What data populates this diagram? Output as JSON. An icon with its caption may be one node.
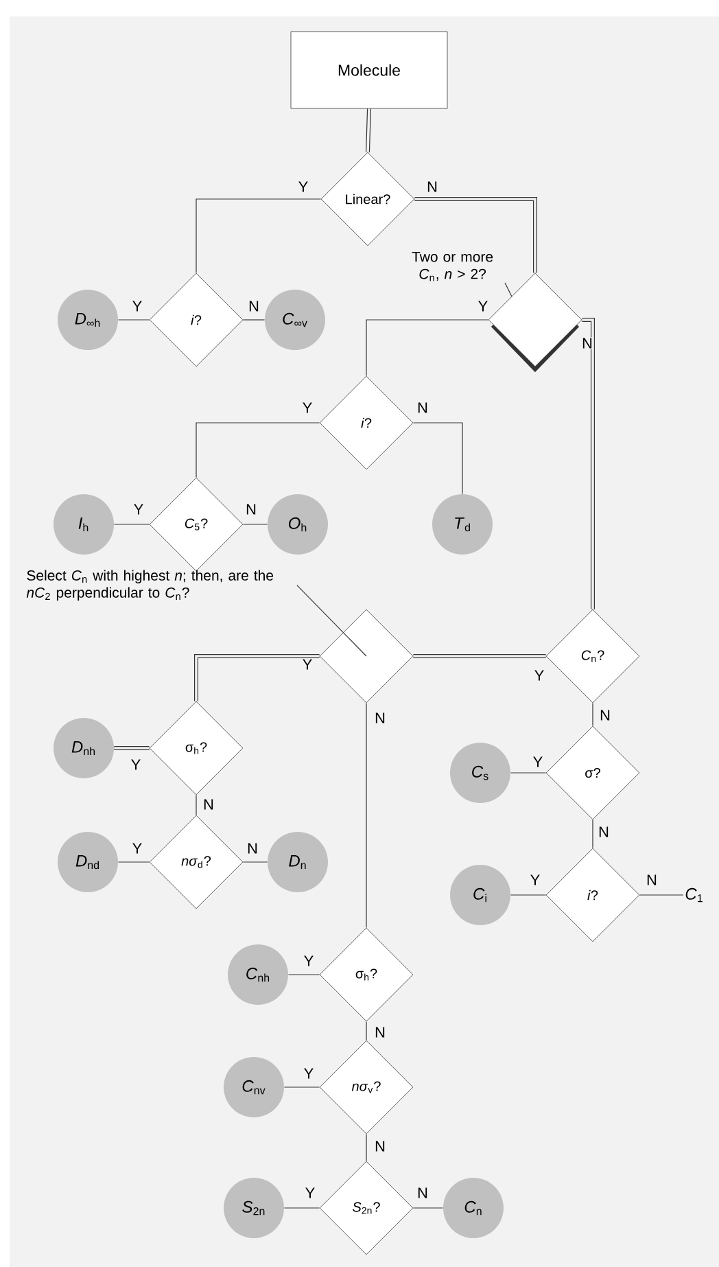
{
  "diagram": {
    "nodes": [
      {
        "text": [
          "Molecule"
        ]
      },
      {
        "text": [
          "Linear?"
        ]
      },
      {
        "text": [
          "*i*?"
        ]
      },
      {
        "text": [
          "*D*$_{∞h}$"
        ]
      },
      {
        "text": [
          "*C*$_{∞v}$"
        ]
      },
      {
        "text": [],
        "shape": "diamond"
      },
      {
        "text": [
          "*i*?"
        ]
      },
      {
        "text": [
          "*C*$_{5}$?"
        ]
      },
      {
        "text": [
          "*I*$_{h}$"
        ]
      },
      {
        "text": [
          "*O*$_{h}$"
        ]
      },
      {
        "text": [
          "*T*$_{d}$"
        ]
      },
      {
        "text": [],
        "shape": "diamond"
      },
      {
        "text": [
          "*C*$_{n}$?"
        ]
      },
      {
        "text": [
          "σ$_{h}$?"
        ]
      },
      {
        "text": [
          "*D*$_{nh}$"
        ]
      },
      {
        "text": [
          "*nσ*$_{d}$?"
        ]
      },
      {
        "text": [
          "*D*$_{nd}$"
        ]
      },
      {
        "text": [
          "*D*$_{n}$"
        ]
      },
      {
        "text": [
          "σ?"
        ]
      },
      {
        "text": [
          "*C*$_{s}$"
        ]
      },
      {
        "text": [
          "*i*?"
        ]
      },
      {
        "text": [
          "*C*$_{i}$"
        ]
      },
      {
        "text": [
          "*C*$_{1}$"
        ]
      },
      {
        "text": [
          "σ$_{h}$?"
        ]
      },
      {
        "text": [
          "*C*$_{nh}$"
        ]
      },
      {
        "text": [
          "*nσ*$_{v}$?"
        ]
      },
      {
        "text": [
          "*C*$_{nv}$"
        ]
      },
      {
        "text": [
          "*S*$_{2n}$?"
        ]
      },
      {
        "text": [
          "*S*$_{2n}$"
        ]
      },
      {
        "text": [
          "*C*$_{n}$"
        ]
      },
      {
        "text": [
          "Two or more *C*$_{n}$, *n* > 2?"
        ]
      },
      {
        "text": [
          "Select *C*$_{n}$ with highest *n*; then, are the *nC*$_{2}$ perpendicular to *C*$_{n}$?"
        ]
      }
    ],
    "edges": [
      {
        "from": 0,
        "to": 1,
        "arrow": "none",
        "style": "thick"
      },
      {
        "from": 1,
        "to": 2,
        "arrow": "none",
        "label": "Y"
      },
      {
        "from": 1,
        "to": 5,
        "arrow": "none",
        "label": "N",
        "style": "thick"
      },
      {
        "from": 2,
        "to": 3,
        "arrow": "none",
        "label": "Y"
      },
      {
        "from": 2,
        "to": 4,
        "arrow": "none",
        "label": "N"
      },
      {
        "from": 5,
        "to": 6,
        "arrow": "none",
        "label": "Y"
      },
      {
        "from": 5,
        "to": 12,
        "arrow": "none",
        "label": "N",
        "style": "thick"
      },
      {
        "from": 6,
        "to": 7,
        "arrow": "none",
        "label": "Y"
      },
      {
        "from": 6,
        "to": 10,
        "arrow": "none",
        "label": "N"
      },
      {
        "from": 7,
        "to": 8,
        "arrow": "none",
        "label": "Y"
      },
      {
        "from": 7,
        "to": 9,
        "arrow": "none",
        "label": "N"
      },
      {
        "from": 12,
        "to": 11,
        "arrow": "none",
        "label": "Y",
        "style": "thick"
      },
      {
        "from": 12,
        "to": 18,
        "arrow": "none",
        "label": "N"
      },
      {
        "from": 11,
        "to": 13,
        "arrow": "none",
        "label": "Y",
        "style": "thick"
      },
      {
        "from": 11,
        "to": 23,
        "arrow": "none",
        "label": "N"
      },
      {
        "from": 13,
        "to": 14,
        "arrow": "none",
        "label": "Y",
        "style": "thick"
      },
      {
        "from": 13,
        "to": 15,
        "arrow": "none",
        "label": "N"
      },
      {
        "from": 15,
        "to": 16,
        "arrow": "none",
        "label": "Y"
      },
      {
        "from": 15,
        "to": 17,
        "arrow": "none",
        "label": "N"
      },
      {
        "from": 18,
        "to": 19,
        "arrow": "none",
        "label": "Y"
      },
      {
        "from": 18,
        "to": 20,
        "arrow": "none",
        "label": "N"
      },
      {
        "from": 20,
        "to": 21,
        "arrow": "none",
        "label": "Y"
      },
      {
        "from": 20,
        "to": 22,
        "arrow": "none",
        "label": "N"
      },
      {
        "from": 23,
        "to": 24,
        "arrow": "none",
        "label": "Y"
      },
      {
        "from": 23,
        "to": 25,
        "arrow": "none",
        "label": "N"
      },
      {
        "from": 25,
        "to": 26,
        "arrow": "none",
        "label": "Y"
      },
      {
        "from": 25,
        "to": 27,
        "arrow": "none",
        "label": "N"
      },
      {
        "from": 27,
        "to": 28,
        "arrow": "none",
        "label": "Y"
      },
      {
        "from": 27,
        "to": 29,
        "arrow": "none",
        "label": "N"
      },
      {
        "from": 30,
        "to": 5,
        "arrow": "none"
      },
      {
        "from": 31,
        "to": 11,
        "arrow": "none"
      }
    ]
  }
}
